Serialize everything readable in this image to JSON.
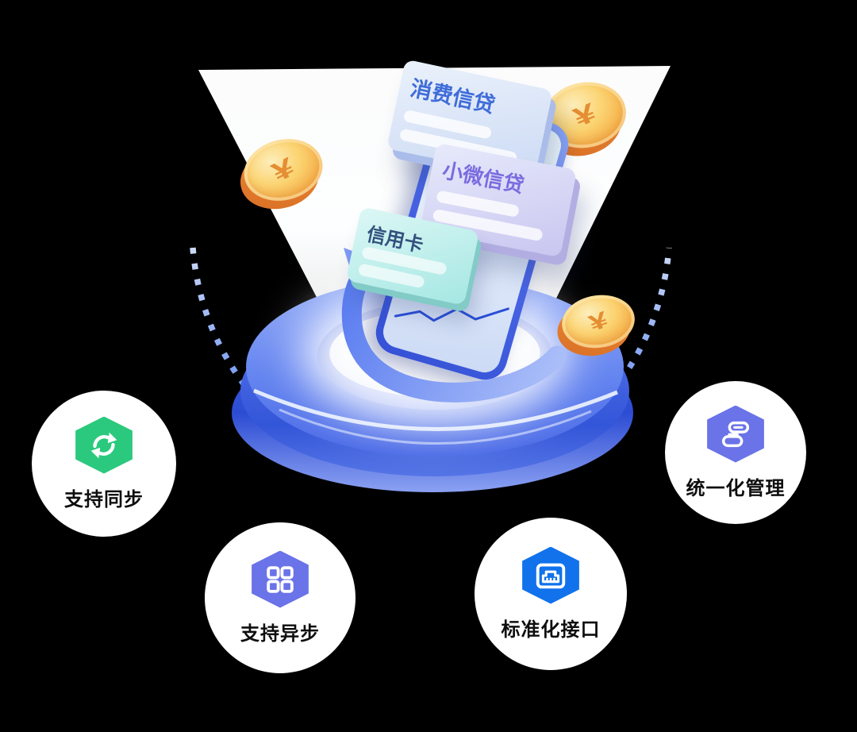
{
  "illustration": {
    "cards": [
      {
        "label": "消费信贷",
        "text_color": "#3f6cd9"
      },
      {
        "label": "小微信贷",
        "text_color": "#7a6ce0"
      },
      {
        "label": "信用卡",
        "text_color": "#33517e"
      }
    ],
    "coin_symbol": "¥",
    "coin_count": 3
  },
  "features": [
    {
      "label": "支持同步",
      "icon": "sync-icon",
      "color": "#2bc97d"
    },
    {
      "label": "支持异步",
      "icon": "grid-icon",
      "color": "#6a73e8"
    },
    {
      "label": "标准化接口",
      "icon": "ethernet-port-icon",
      "color": "#1172ec"
    },
    {
      "label": "统一化管理",
      "icon": "flow-nodes-icon",
      "color": "#6a73e8"
    }
  ],
  "colors": {
    "background": "#000000",
    "platform_blue": "#3355d8",
    "dotted_orbit_blue": "#2f66ee",
    "beam_white": "#ffffff",
    "coin_gold": "#f6b948",
    "arrow_blue": "#5b7df0"
  }
}
